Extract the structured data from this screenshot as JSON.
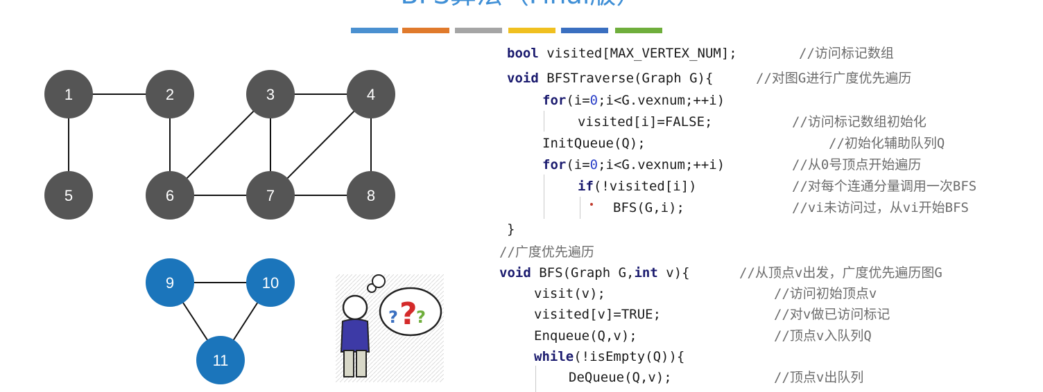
{
  "slide": {
    "title": "BFS算法（Final版）"
  },
  "accent_colors": [
    "#4a90d0",
    "#e07a2c",
    "#a5a5a5",
    "#f0c020",
    "#3a6fc0",
    "#6fae3c"
  ],
  "graph": {
    "node_color_main": "#555555",
    "node_color_component": "#1b75bb",
    "nodes": [
      {
        "label": "1"
      },
      {
        "label": "2"
      },
      {
        "label": "3"
      },
      {
        "label": "4"
      },
      {
        "label": "5"
      },
      {
        "label": "6"
      },
      {
        "label": "7"
      },
      {
        "label": "8"
      },
      {
        "label": "9"
      },
      {
        "label": "10"
      },
      {
        "label": "11"
      }
    ],
    "edges": [
      [
        "1",
        "2"
      ],
      [
        "1",
        "5"
      ],
      [
        "2",
        "6"
      ],
      [
        "3",
        "4"
      ],
      [
        "3",
        "6"
      ],
      [
        "3",
        "7"
      ],
      [
        "4",
        "7"
      ],
      [
        "4",
        "8"
      ],
      [
        "6",
        "7"
      ],
      [
        "7",
        "8"
      ],
      [
        "9",
        "10"
      ],
      [
        "9",
        "11"
      ],
      [
        "10",
        "11"
      ]
    ]
  },
  "illustration": {
    "icon": "confused-person-icon",
    "glyph": "?"
  },
  "code": {
    "l1": {
      "kw": "bool",
      "text": " visited[MAX_VERTEX_NUM];",
      "comment": "//访问标记数组"
    },
    "l2": {
      "kw": "void",
      "text": " BFSTraverse(Graph G){",
      "comment": "//对图G进行广度优先遍历"
    },
    "l3": {
      "kw": "for",
      "t1": "(i=",
      "n1": "0",
      "t2": ";i<G.vexnum;++i)"
    },
    "l4": {
      "text": "visited[i]=FALSE;",
      "comment": "//访问标记数组初始化"
    },
    "l5": {
      "text": "InitQueue(Q);",
      "comment": "//初始化辅助队列Q"
    },
    "l6": {
      "kw": "for",
      "t1": "(i=",
      "n1": "0",
      "t2": ";i<G.vexnum;++i)",
      "comment": "//从0号顶点开始遍历"
    },
    "l7": {
      "kw": "if",
      "text": "(!visited[i])",
      "comment": "//对每个连通分量调用一次BFS"
    },
    "l8": {
      "text": "BFS(G,i);",
      "comment": "//vi未访问过，从vi开始BFS"
    },
    "l9": {
      "text": "}"
    },
    "l10": {
      "comment": "//广度优先遍历"
    },
    "l11": {
      "kw": "void",
      "t1": " BFS(Graph G,",
      "kw2": "int",
      "t2": " v){",
      "comment": "//从顶点v出发，广度优先遍历图G"
    },
    "l12": {
      "text": "visit(v);",
      "comment": "//访问初始顶点v"
    },
    "l13": {
      "text": "visited[v]=TRUE;",
      "comment": "//对v做已访问标记"
    },
    "l14": {
      "text": "Enqueue(Q,v);",
      "comment": "//顶点v入队列Q"
    },
    "l15": {
      "kw": "while",
      "text": "(!isEmpty(Q)){"
    },
    "l16": {
      "text": "DeQueue(Q,v);",
      "comment": "//顶点v出队列"
    }
  }
}
